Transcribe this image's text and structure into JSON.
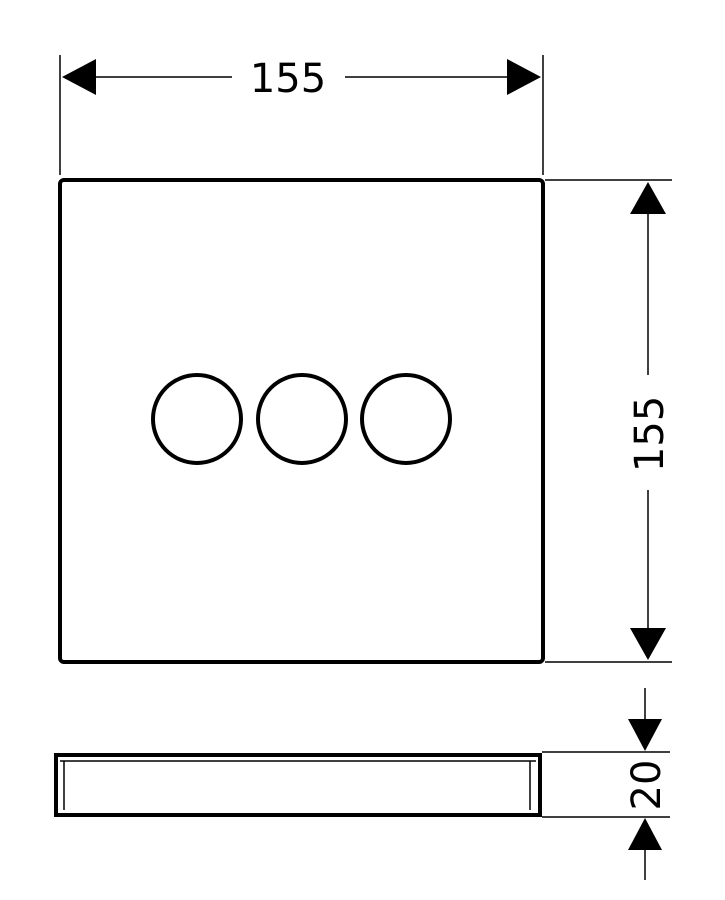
{
  "dimensions": {
    "width_label": "155",
    "height_label": "155",
    "depth_label": "20"
  }
}
